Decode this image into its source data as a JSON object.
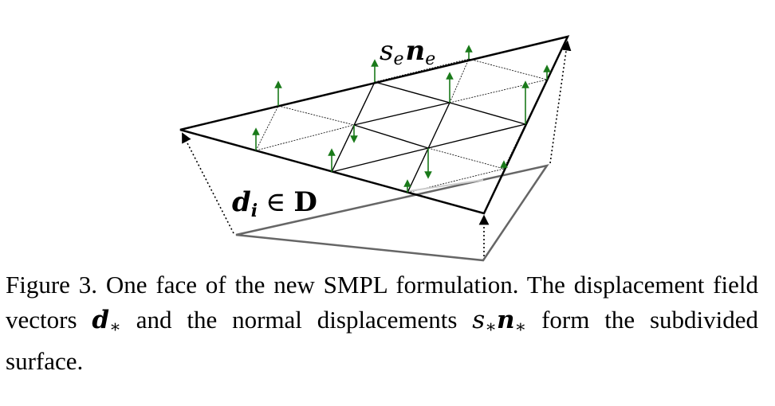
{
  "figure": {
    "label_top_s": "s",
    "label_top_s_sub": "e",
    "label_top_n": "n",
    "label_top_n_sub": "e",
    "label_d": "d",
    "label_d_sub": "i",
    "label_in": "∈",
    "label_D": "D",
    "colors": {
      "triangle": "#000000",
      "base_triangle": "#666666",
      "normal_arrow": "#1a7a1a"
    }
  },
  "caption": {
    "label": "Figure 3.",
    "text_1": "One face of the new SMPL formulation. The displacement field vectors",
    "d_symbol": "d",
    "star": "∗",
    "text_2": "and the normal displacements",
    "s_symbol": "s",
    "n_symbol": "n",
    "text_3": "form the subdivided surface."
  }
}
